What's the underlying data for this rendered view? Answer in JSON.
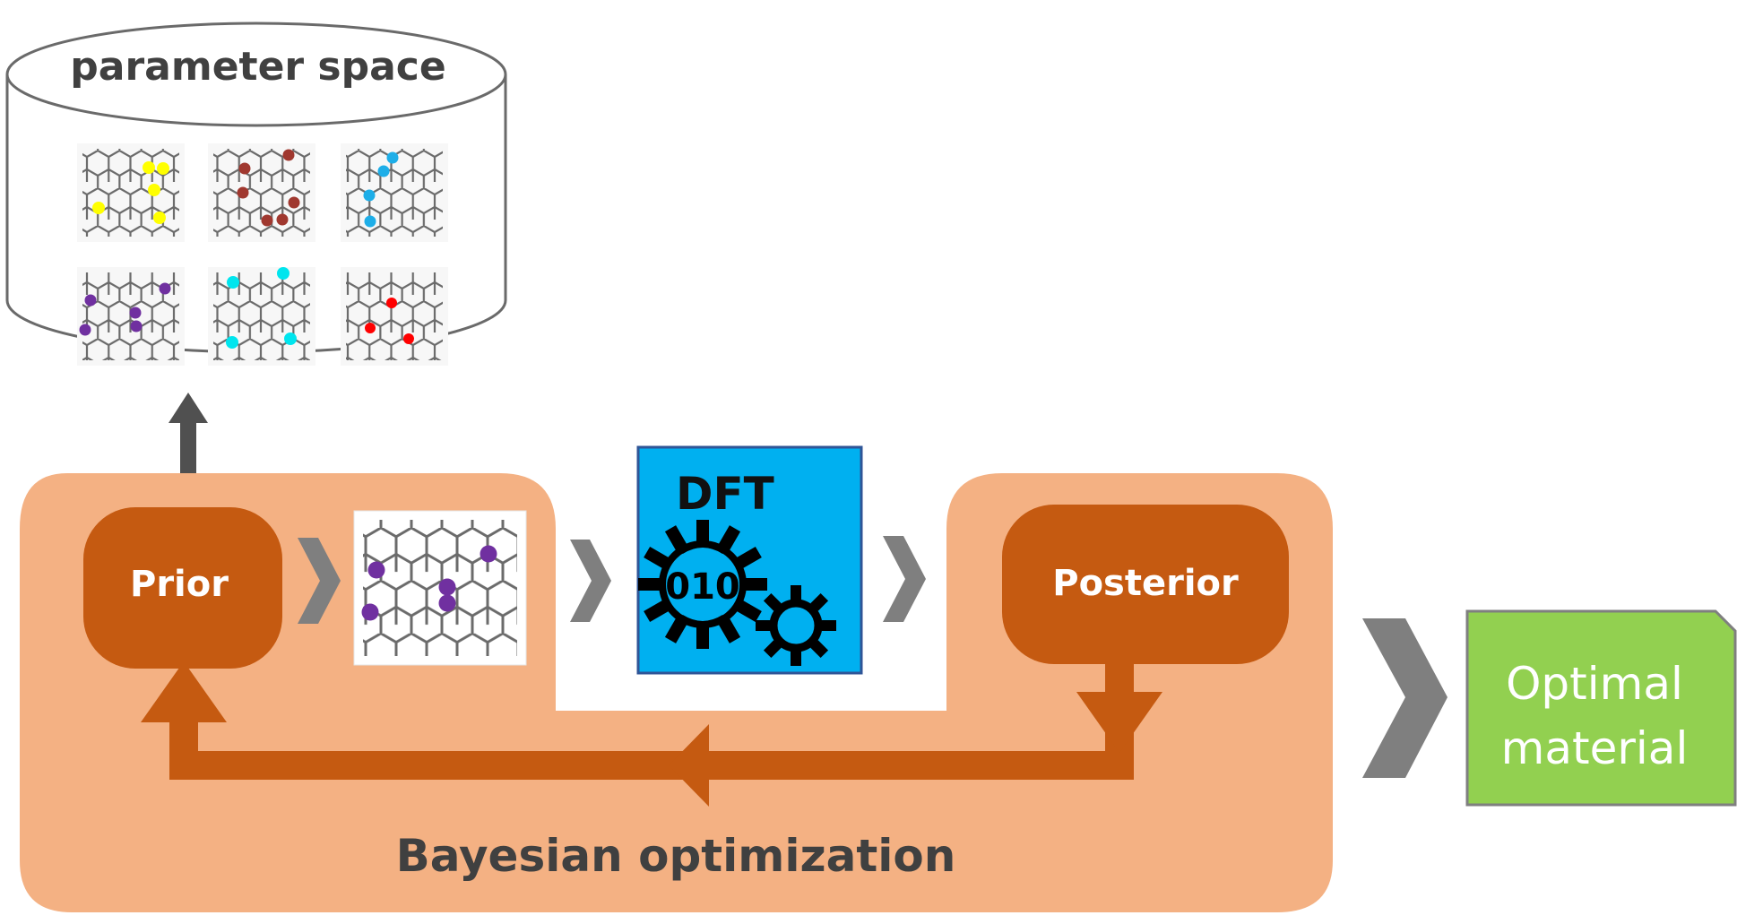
{
  "diagram": {
    "parameter_space_label": "parameter space",
    "prior_label": "Prior",
    "dft_label": "DFT",
    "dft_gear_text": "010",
    "posterior_label": "Posterior",
    "loop_label": "Bayesian optimization",
    "output_line1": "Optimal",
    "output_line2": "material"
  },
  "colors": {
    "loop_background": "#f4b183",
    "node_fill": "#c55a11",
    "dft_fill": "#00b0f0",
    "dft_border": "#2f5597",
    "output_fill": "#92d050",
    "chevron": "#7f7f7f",
    "double_arrow": "#505050",
    "text_dark": "#404040",
    "dopant_yellow": "#ffff00",
    "dopant_brown": "#a0382f",
    "dopant_blue": "#1eaee8",
    "dopant_purple": "#7030a0",
    "dopant_cyan": "#00e5ee",
    "dopant_red": "#ff0000"
  }
}
